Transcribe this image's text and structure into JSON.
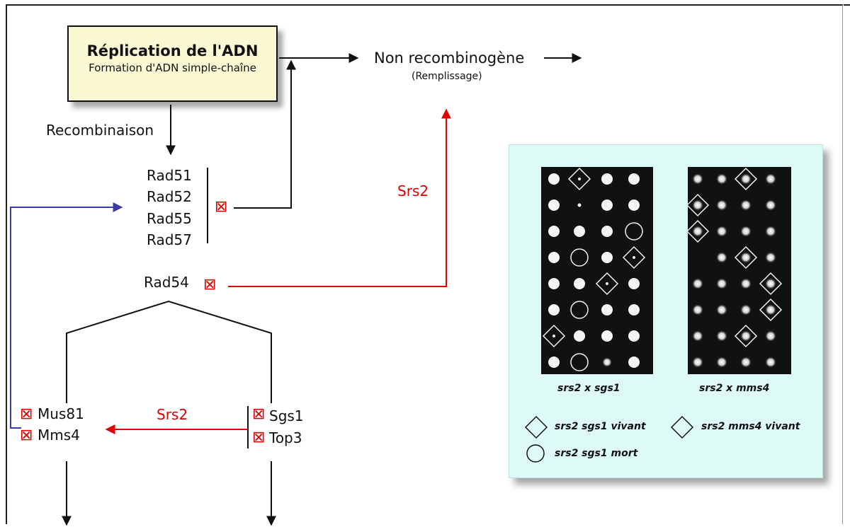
{
  "box": {
    "title": "Réplication de l'ADN",
    "subtitle": "Formation d'ADN simple-chaîne"
  },
  "nonrec": {
    "label": "Non recombinogène",
    "sub": "(Remplissage)"
  },
  "recombinaison": "Recombinaison",
  "proteins": [
    "Rad51",
    "Rad52",
    "Rad55",
    "Rad57"
  ],
  "rad54": "Rad54",
  "srs2_top": "Srs2",
  "srs2_bottom": "Srs2",
  "left_branch": [
    "Mus81",
    "Mms4"
  ],
  "right_branch": [
    "Sgs1",
    "Top3"
  ],
  "inhibitor_symbol": "⊠",
  "colors": {
    "red": "#e00000",
    "blue": "#3c3c9c",
    "box_fill": "#fbf9d3",
    "panel_fill": "#ddfaf7"
  },
  "panel": {
    "caption_left": "srs2 x sgs1",
    "caption_right": "srs2 x mms4",
    "legend": [
      {
        "shape": "diamond",
        "label": "srs2 sgs1 vivant"
      },
      {
        "shape": "diamond",
        "label": "srs2 mms4 vivant"
      },
      {
        "shape": "circle",
        "label": "srs2 sgs1 mort"
      }
    ],
    "plate_left": [
      [
        "big",
        "diamond-dot",
        "big",
        "big"
      ],
      [
        "big",
        "tiny",
        "big",
        "big"
      ],
      [
        "big",
        "big",
        "big",
        "circle"
      ],
      [
        "big",
        "circle",
        "big",
        "diamond-dot"
      ],
      [
        "big",
        "big",
        "diamond-dot",
        "big"
      ],
      [
        "big",
        "circle",
        "big",
        "big"
      ],
      [
        "diamond-dot",
        "big",
        "big",
        "big"
      ],
      [
        "big",
        "circle",
        "mid",
        "big"
      ]
    ],
    "plate_right": [
      [
        "mid",
        "mid",
        "diamond-spot",
        "mid"
      ],
      [
        "diamond-spot",
        "mid",
        "mid",
        "mid"
      ],
      [
        "diamond-spot",
        "mid",
        "mid",
        "mid"
      ],
      [
        "none",
        "mid",
        "diamond-spot",
        "mid"
      ],
      [
        "mid",
        "mid",
        "mid",
        "diamond-spot"
      ],
      [
        "mid",
        "mid",
        "mid",
        "diamond-spot"
      ],
      [
        "mid",
        "mid",
        "diamond-spot",
        "mid"
      ],
      [
        "mid",
        "mid",
        "mid",
        "mid"
      ]
    ]
  }
}
